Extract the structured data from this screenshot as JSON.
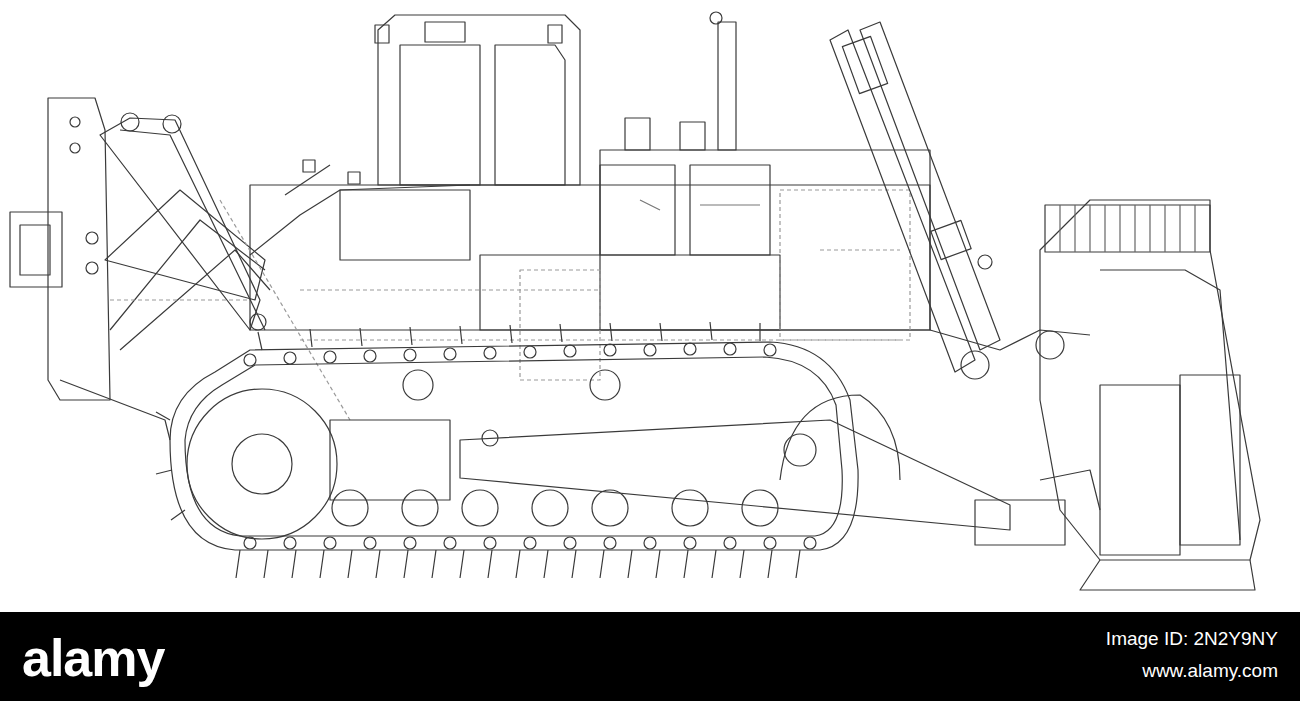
{
  "diagram": {
    "labels": [
      "alamy",
      "Image ID: 2N2Y9NY",
      "www.alamy.com"
    ]
  }
}
